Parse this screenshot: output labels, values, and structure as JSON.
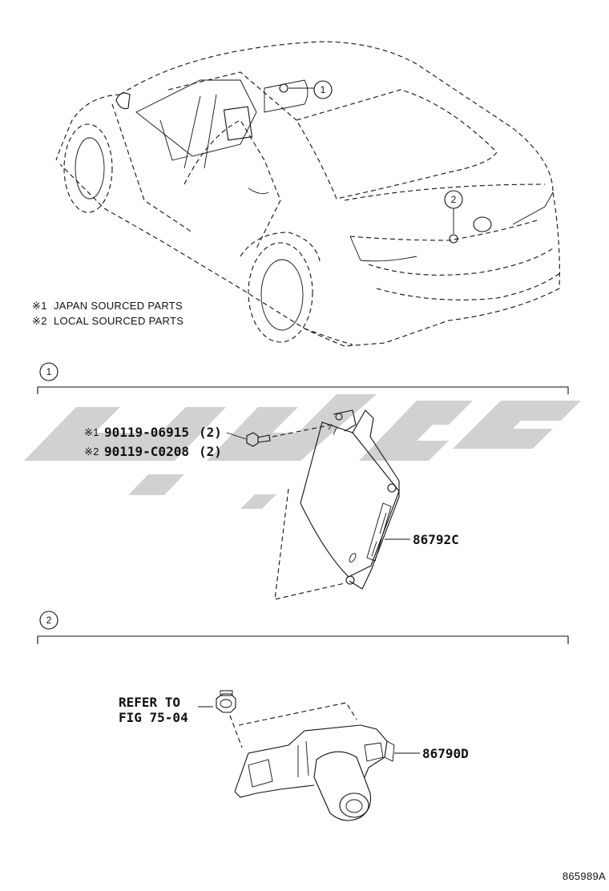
{
  "notes": [
    {
      "marker": "※1",
      "text": "JAPAN SOURCED PARTS"
    },
    {
      "marker": "※2",
      "text": "LOCAL SOURCED PARTS"
    }
  ],
  "callouts": {
    "c1": "1",
    "c2": "2"
  },
  "sections": [
    {
      "id": "1"
    },
    {
      "id": "2"
    }
  ],
  "parts": {
    "bolt_japan": {
      "marker": "※1",
      "number": "90119-06915",
      "qty": "(2)"
    },
    "bolt_local": {
      "marker": "※2",
      "number": "90119-C0208",
      "qty": "(2)"
    },
    "ecu": "86792C",
    "camera": "86790D",
    "refer_line1": "REFER TO",
    "refer_line2": "FIG 75-04"
  },
  "diagram_code": "865989A",
  "icons": [
    "car-outline-icon",
    "parking-assist-ecu-icon",
    "bolt-icon",
    "rear-camera-icon",
    "clip-icon",
    "watermark-logo-icon"
  ]
}
